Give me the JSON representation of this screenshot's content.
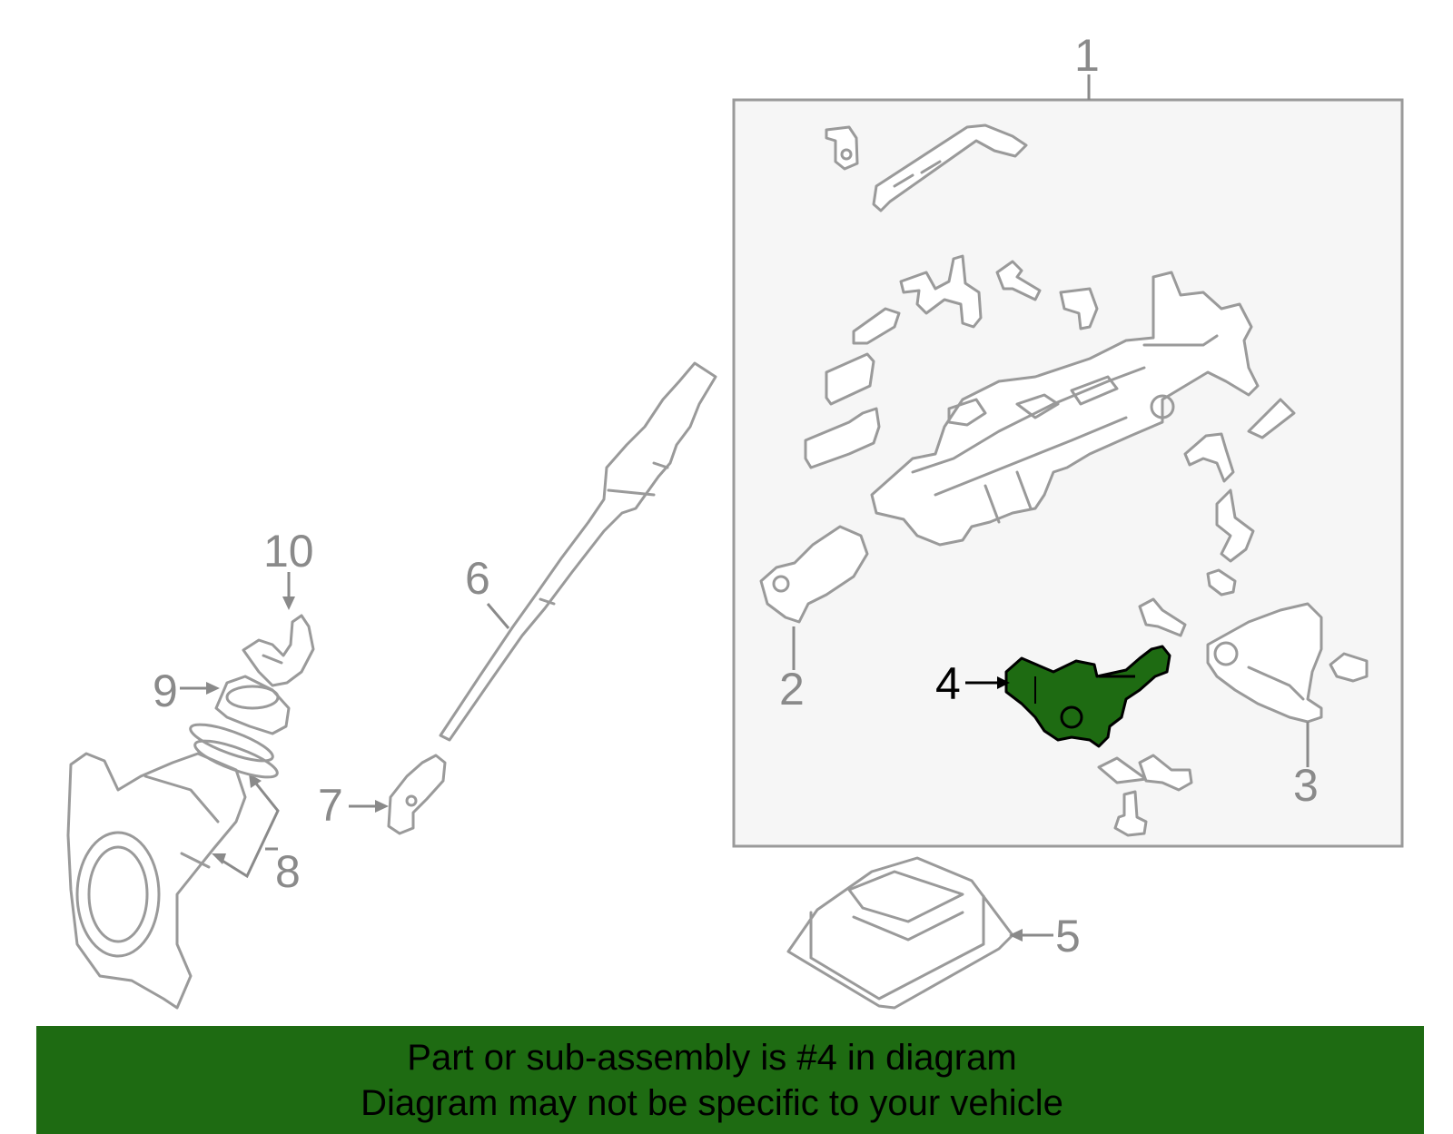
{
  "diagram": {
    "callouts": {
      "c1": "1",
      "c2": "2",
      "c3": "3",
      "c4": "4",
      "c5": "5",
      "c6": "6",
      "c7": "7",
      "c8": "8",
      "c9": "9",
      "c10": "10"
    },
    "highlight_color": "#1e6b12",
    "line_color": "#9a9a9a",
    "assembly_box_fill": "#f6f6f6"
  },
  "banner": {
    "line1": "Part or sub-assembly is #4 in diagram",
    "line2": "Diagram may not be specific to your vehicle",
    "background": "#1e6b12"
  }
}
